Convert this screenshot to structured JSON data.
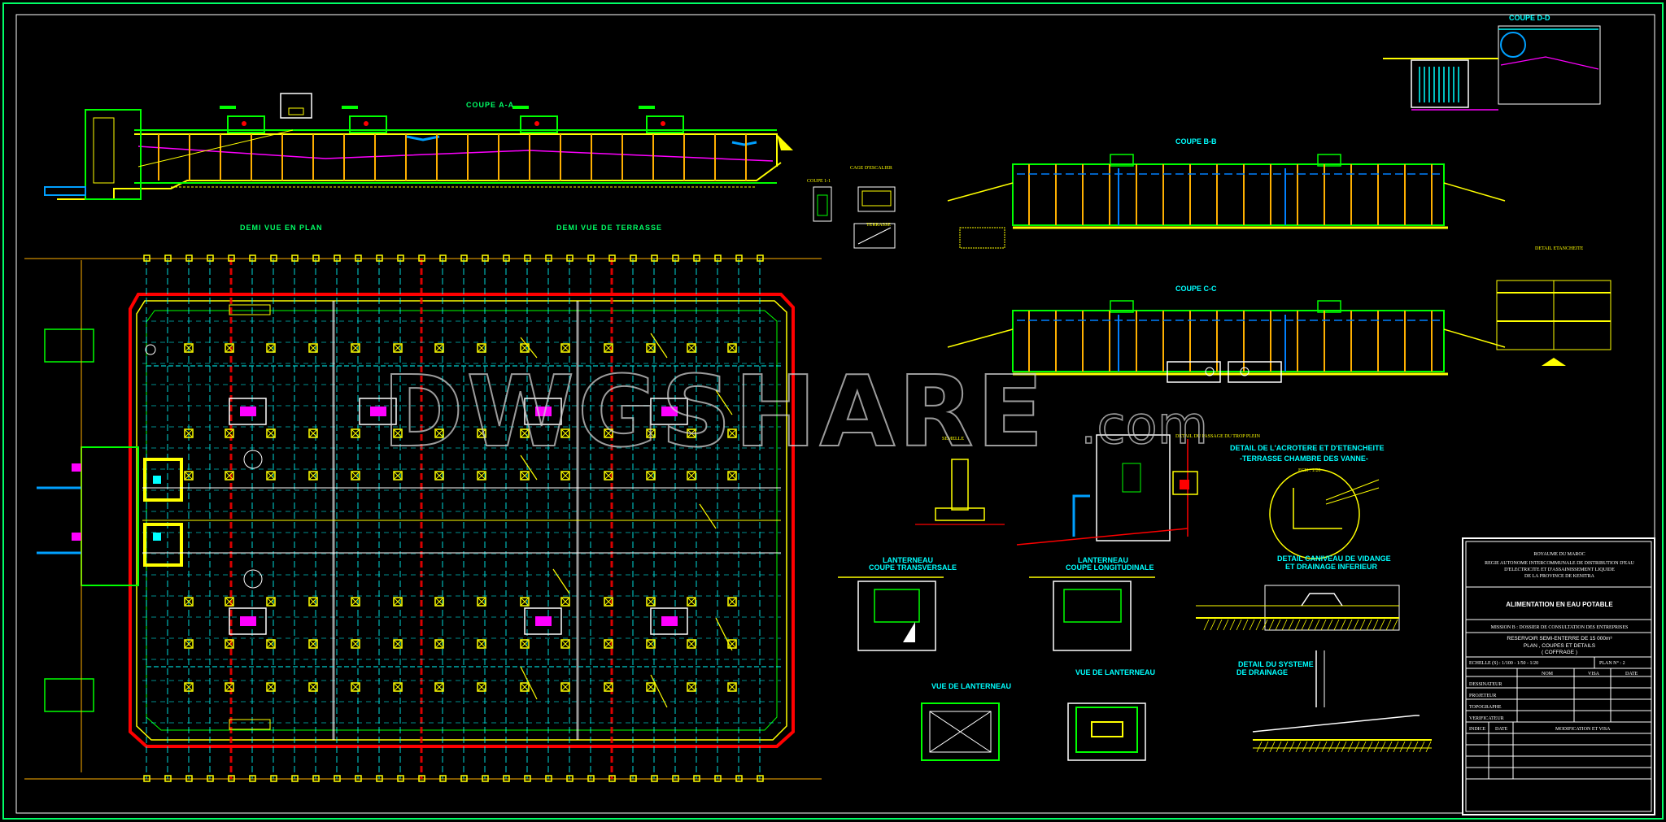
{
  "sections": {
    "coupe_aa": "COUPE  A-A",
    "coupe_bb": "COUPE  B-B",
    "coupe_cc": "COUPE  C-C",
    "coupe_dd": "COUPE  D-D",
    "coupe_11": "COUPE 1-1",
    "cage_escalier": "CAGE D'ESCALIER",
    "terrasse": "TERRASSE",
    "demi_vue_plan": "DEMI VUE EN PLAN",
    "demi_vue_terrasse": "DEMI VUE DE TERRASSE",
    "detail_etancheite": "DETAIL ETANCHEITE",
    "semelle": "SEMELLE",
    "detail_tropplein": "DETAIL DU PASSAGE DU TROP PLEIN",
    "detail_acrotere": "DETAIL DE L'ACROTERE ET D'ETENCHEITE",
    "terrasse_chambre": "-TERRASSE CHAMBRE DES VANNE-",
    "echelle": "ECH : 1/20",
    "detail_caniveau_1": "DETAIL CANIVEAU DE VIDANGE",
    "detail_caniveau_2": "ET DRAINAGE INFERIEUR",
    "lanterneau_trans_1": "LANTERNEAU",
    "lanterneau_trans_2": "COUPE TRANSVERSALE",
    "lanterneau_long_1": "LANTERNEAU",
    "lanterneau_long_2": "COUPE LONGITUDINALE",
    "vue_lanterneau_1": "VUE DE LANTERNEAU",
    "vue_lanterneau_2": "VUE DE LANTERNEAU",
    "detail_drainage_1": "DETAIL DU SYSTEME",
    "detail_drainage_2": "DE DRAINAGE"
  },
  "watermark": {
    "main": "DWGSHARE",
    "suffix": ".com"
  },
  "title_block": {
    "country": "ROYAUME DU MAROC",
    "org_1": "REGIE AUTONOME INTERCOMMUNALE DE DISTRIBUTION D'EAU",
    "org_2": "D'ELECTRICITE ET D'ASSAINISSEMENT LIQUIDE",
    "org_3": "DE LA PROVINCE DE KENITRA",
    "project": "ALIMENTATION EN EAU POTABLE",
    "mission": "MISSION B : DOSSIER DE CONSULTATION DES ENTREPRISES",
    "reservoir": "RESERVOIR SEMI-ENTERRE DE 15 000m³",
    "plan_desc": "PLAN , COUPES ET DETAILS",
    "coffrage": "( COFFRAGE )",
    "echelle": "ECHELLE (S) : 1/100 - 1/50 - 1/20",
    "plan_no": "PLAN N° : 2",
    "col_nom": "NOM",
    "col_visa": "VISA",
    "col_date": "DATE",
    "row_dessinateur": "DESSINATEUR",
    "row_projeteur": "PROJETEUR",
    "row_topographe": "TOPOGRAPHE",
    "row_verificateur": "VERIFICATEUR",
    "rev_indice": "INDICE",
    "rev_date": "DATE",
    "rev_modif": "MODIFICATION ET VISA"
  },
  "colors": {
    "background": "#000000",
    "frame": "#00ff66",
    "walls": "#ffff00",
    "green": "#00ff00",
    "cyan": "#00ffff",
    "red": "#ff0000",
    "magenta": "#ff00ff",
    "white": "#ffffff",
    "blue": "#0080ff",
    "orange": "#ffb000"
  }
}
